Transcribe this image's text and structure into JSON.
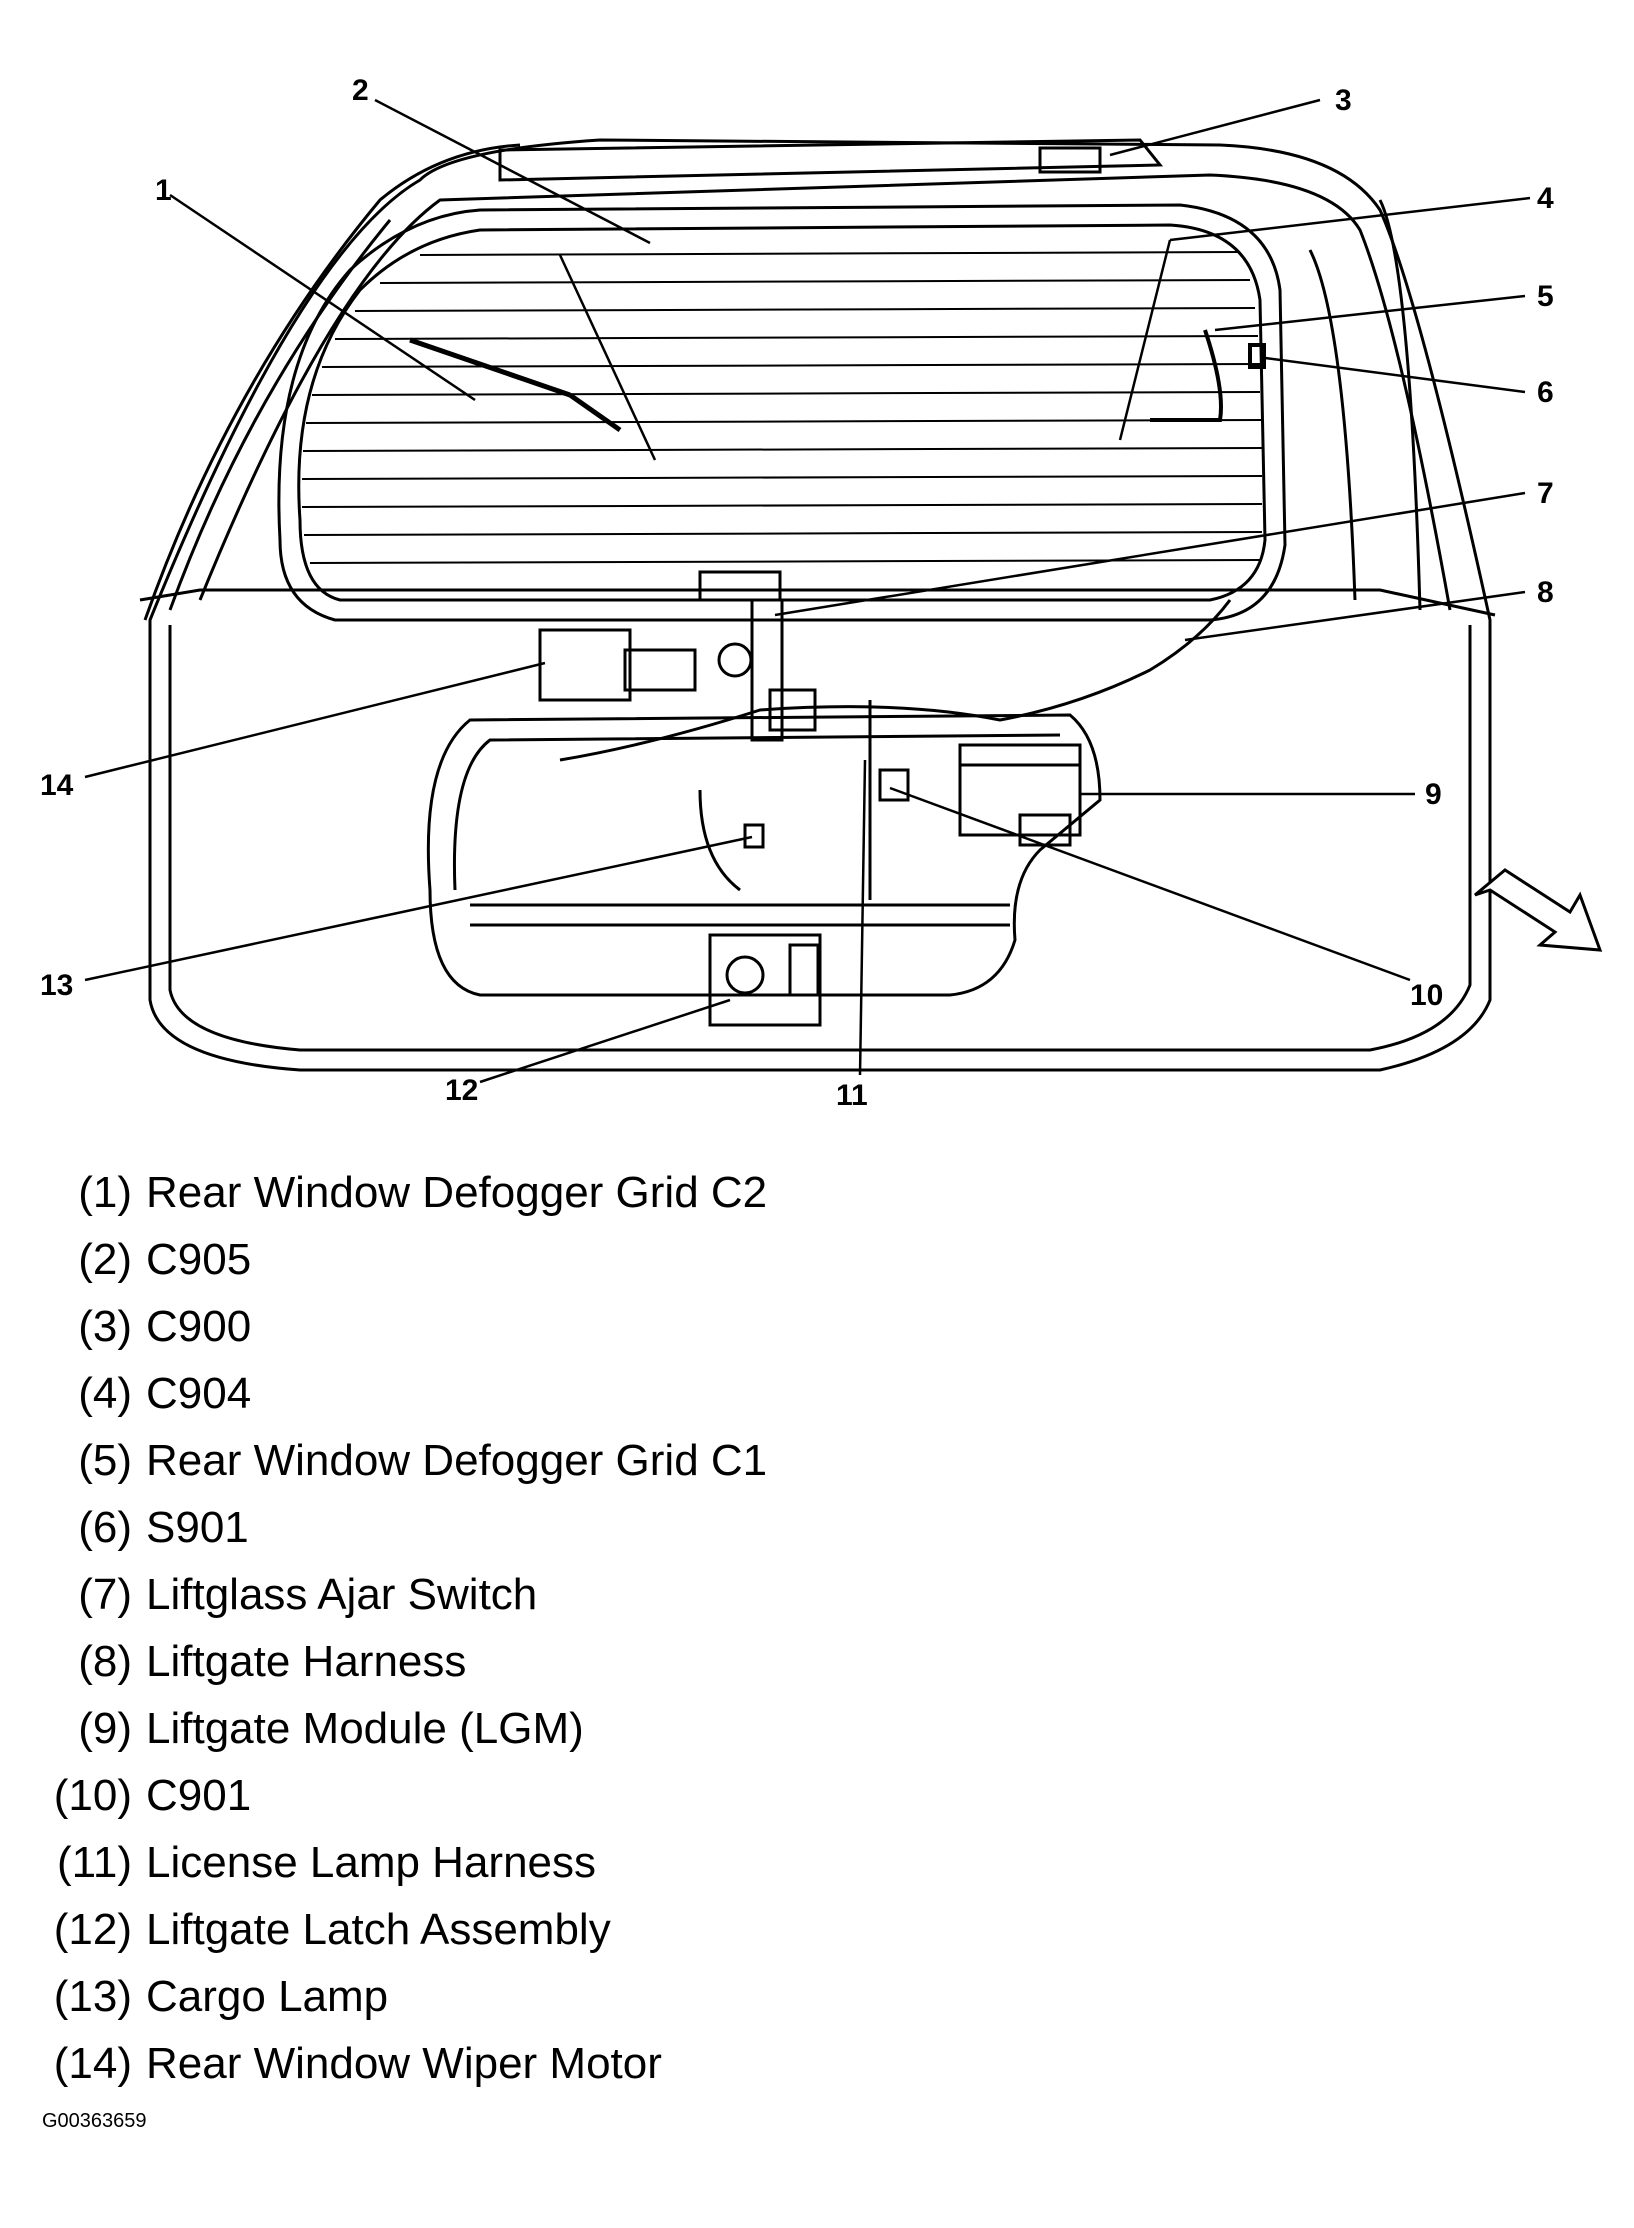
{
  "callouts": [
    {
      "id": 1,
      "text": "1"
    },
    {
      "id": 2,
      "text": "2"
    },
    {
      "id": 3,
      "text": "3"
    },
    {
      "id": 4,
      "text": "4"
    },
    {
      "id": 5,
      "text": "5"
    },
    {
      "id": 6,
      "text": "6"
    },
    {
      "id": 7,
      "text": "7"
    },
    {
      "id": 8,
      "text": "8"
    },
    {
      "id": 9,
      "text": "9"
    },
    {
      "id": 10,
      "text": "10"
    },
    {
      "id": 11,
      "text": "11"
    },
    {
      "id": 12,
      "text": "12"
    },
    {
      "id": 13,
      "text": "13"
    },
    {
      "id": 14,
      "text": "14"
    }
  ],
  "legend": [
    {
      "num": "(1)",
      "label": "Rear Window Defogger Grid C2"
    },
    {
      "num": "(2)",
      "label": "C905"
    },
    {
      "num": "(3)",
      "label": "C900"
    },
    {
      "num": "(4)",
      "label": "C904"
    },
    {
      "num": "(5)",
      "label": "Rear Window Defogger Grid C1"
    },
    {
      "num": "(6)",
      "label": "S901"
    },
    {
      "num": "(7)",
      "label": "Liftglass Ajar Switch"
    },
    {
      "num": "(8)",
      "label": "Liftgate Harness"
    },
    {
      "num": "(9)",
      "label": "Liftgate Module (LGM)"
    },
    {
      "num": "(10)",
      "label": "C901"
    },
    {
      "num": "(11)",
      "label": "License Lamp Harness"
    },
    {
      "num": "(12)",
      "label": "Liftgate Latch Assembly"
    },
    {
      "num": "(13)",
      "label": "Cargo Lamp"
    },
    {
      "num": "(14)",
      "label": "Rear Window Wiper Motor"
    }
  ],
  "figure_id": "G00363659"
}
